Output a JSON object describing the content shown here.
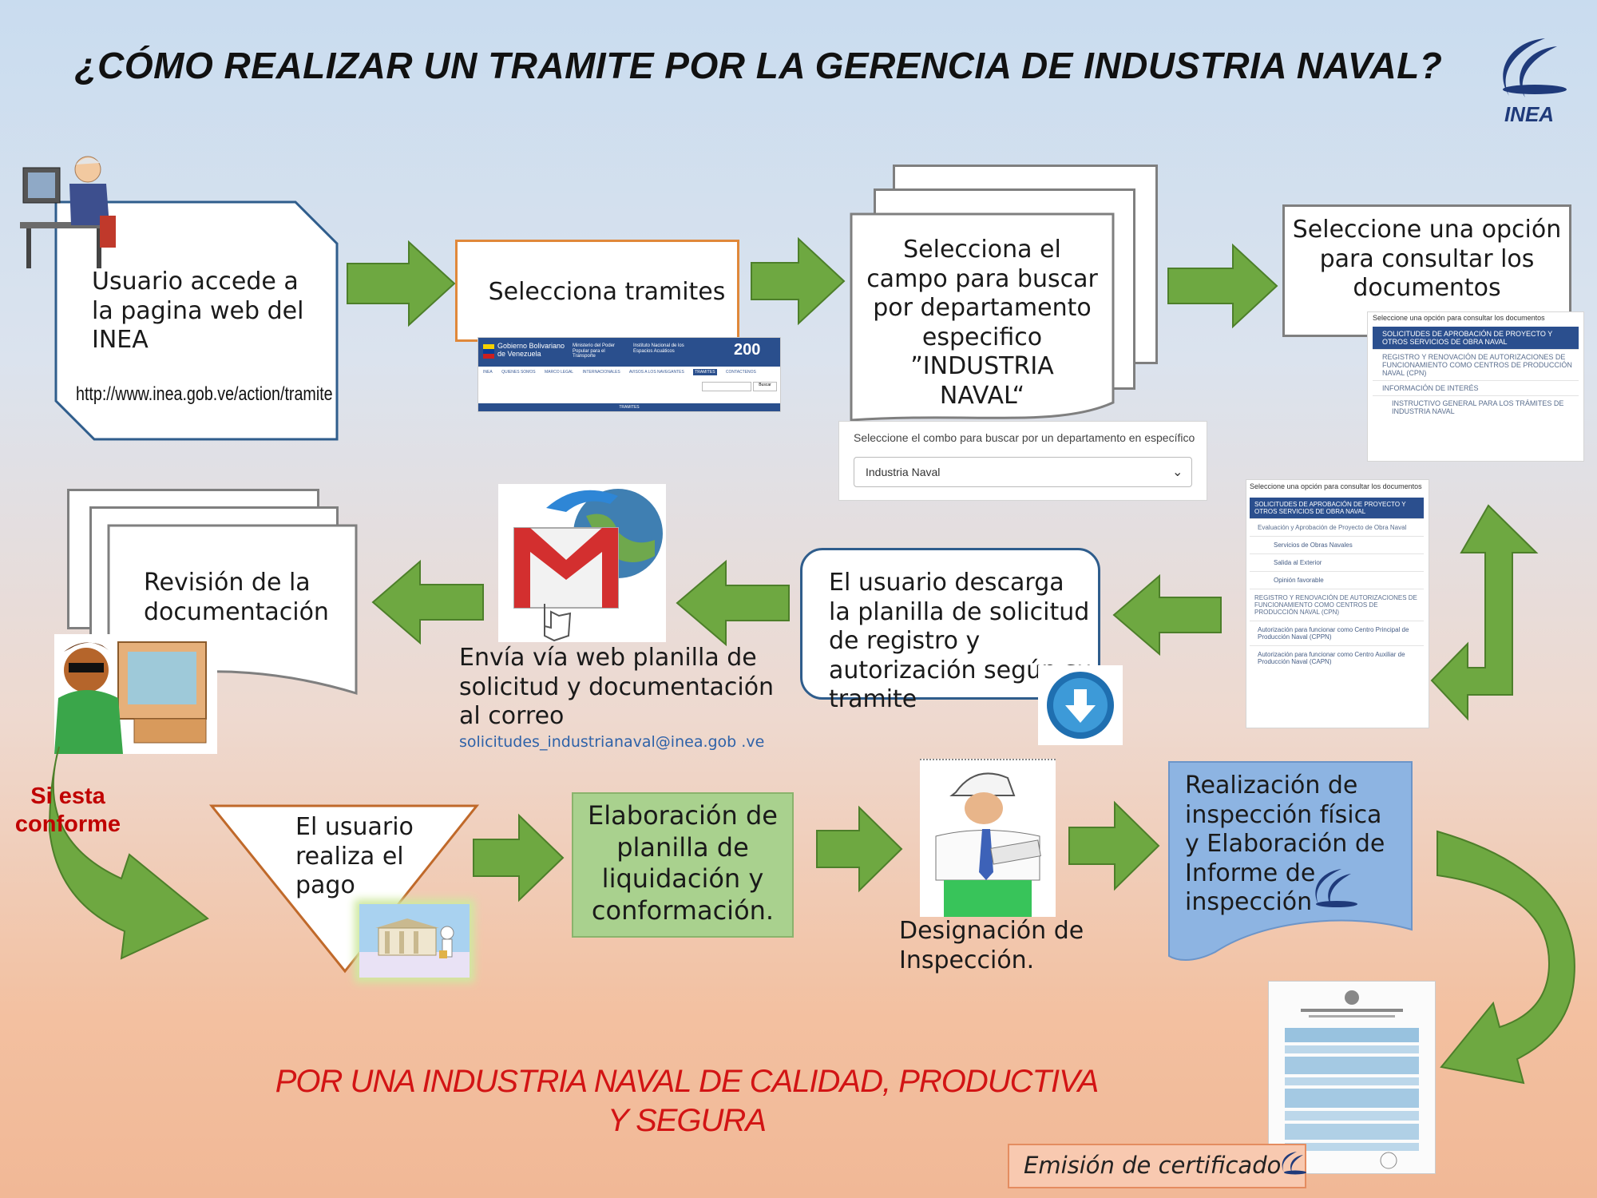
{
  "title": "¿CÓMO REALIZAR UN TRAMITE POR LA GERENCIA DE INDUSTRIA NAVAL?",
  "logo": {
    "text": "INEA",
    "color": "#1f3a7a"
  },
  "steps": {
    "step1": {
      "text": "Usuario accede a la pagina web del INEA",
      "url": "http://www.inea.gob.ve/action/tramite"
    },
    "step2": {
      "text": "Selecciona tramites"
    },
    "step3": {
      "text": "Selecciona el campo para buscar por departamento especifico ”INDUSTRIA NAVAL“"
    },
    "step4": {
      "text": "Seleccione una opción para consultar los documentos"
    },
    "step5": {
      "text": "El usuario descarga la planilla de solicitud de registro y autorización según su tramite"
    },
    "step6": {
      "text": "Envía vía  web planilla de solicitud y documentación al correo",
      "email": "solicitudes_industrianaval@inea.gob .ve"
    },
    "step7": {
      "text": "Revisión de la documentación"
    },
    "step8": {
      "text": "El usuario realiza el pago"
    },
    "step9": {
      "text": "Elaboración de planilla de liquidación y conformación."
    },
    "step10": {
      "text": "Designación de Inspección."
    },
    "step11": {
      "text": "Realización de inspección física y Elaboración de Informe de inspección"
    },
    "step12": {
      "text": "Emisión de certificado"
    }
  },
  "conditional_label": "Si esta conforme",
  "web_banner": {
    "brand": "Gobierno Bolivariano de Venezuela",
    "ministry": "Ministerio del Poder Popular para el Transporte",
    "institute": "Instituto Nacional de los Espacios Acuáticos",
    "badge": "200",
    "nav": [
      "INEA",
      "QUIENES SOMOS",
      "MARCO LEGAL",
      "INTERNACIONALES",
      "AVISOS A LOS NAVEGANTES",
      "TRAMITES",
      "CONTACTENOS"
    ],
    "search_button": "Buscar",
    "footer_bar": "TRAMITES"
  },
  "dept_selector": {
    "label": "Seleccione el combo para buscar por un departamento en específico",
    "value": "Industria Naval"
  },
  "options_panel": {
    "header": "Seleccione una opción para consultar los documentos",
    "items": [
      {
        "text": "SOLICITUDES DE APROBACIÓN DE PROYECTO Y OTROS SERVICIOS DE OBRA NAVAL",
        "highlight": true
      },
      {
        "text": "REGISTRO Y RENOVACIÓN DE AUTORIZACIONES DE FUNCIONAMIENTO COMO CENTROS DE PRODUCCIÓN NAVAL (CPN)",
        "highlight": false
      },
      {
        "text": "INFORMACIÓN DE INTERÉS",
        "highlight": false
      },
      {
        "text": "INSTRUCTIVO GENERAL PARA LOS TRÁMITES DE INDUSTRIA NAVAL",
        "highlight": false
      }
    ]
  },
  "options_panel_expanded": {
    "header": "Seleccione una opción para consultar los documentos",
    "items": [
      {
        "text": "SOLICITUDES DE APROBACIÓN DE PROYECTO Y OTROS SERVICIOS DE OBRA NAVAL",
        "kind": "hl"
      },
      {
        "text": "Evaluación y Aprobación de Proyecto de Obra Naval",
        "kind": "sub"
      },
      {
        "text": "Servicios de Obras Navales",
        "kind": "sub"
      },
      {
        "text": "Salida al Exterior",
        "kind": "sub"
      },
      {
        "text": "Opinión favorable",
        "kind": "sub"
      },
      {
        "text": "REGISTRO Y RENOVACIÓN DE AUTORIZACIONES DE FUNCIONAMIENTO COMO CENTROS DE PRODUCCIÓN NAVAL (CPN)",
        "kind": "row"
      },
      {
        "text": "Autorización para funcionar como Centro Principal de Producción Naval (CPPN)",
        "kind": "sub"
      },
      {
        "text": "Autorización para funcionar como Centro Auxiliar de Producción Naval (CAPN)",
        "kind": "sub"
      }
    ]
  },
  "footer": {
    "line1": "POR UNA INDUSTRIA NAVAL DE CALIDAD, PRODUCTIVA",
    "line2": "Y SEGURA"
  },
  "colors": {
    "arrow": "#6ea841",
    "arrow_stroke": "#4d7f2a",
    "orange": "#e0883a",
    "navy": "#2b4f8e",
    "red": "#d21414"
  }
}
